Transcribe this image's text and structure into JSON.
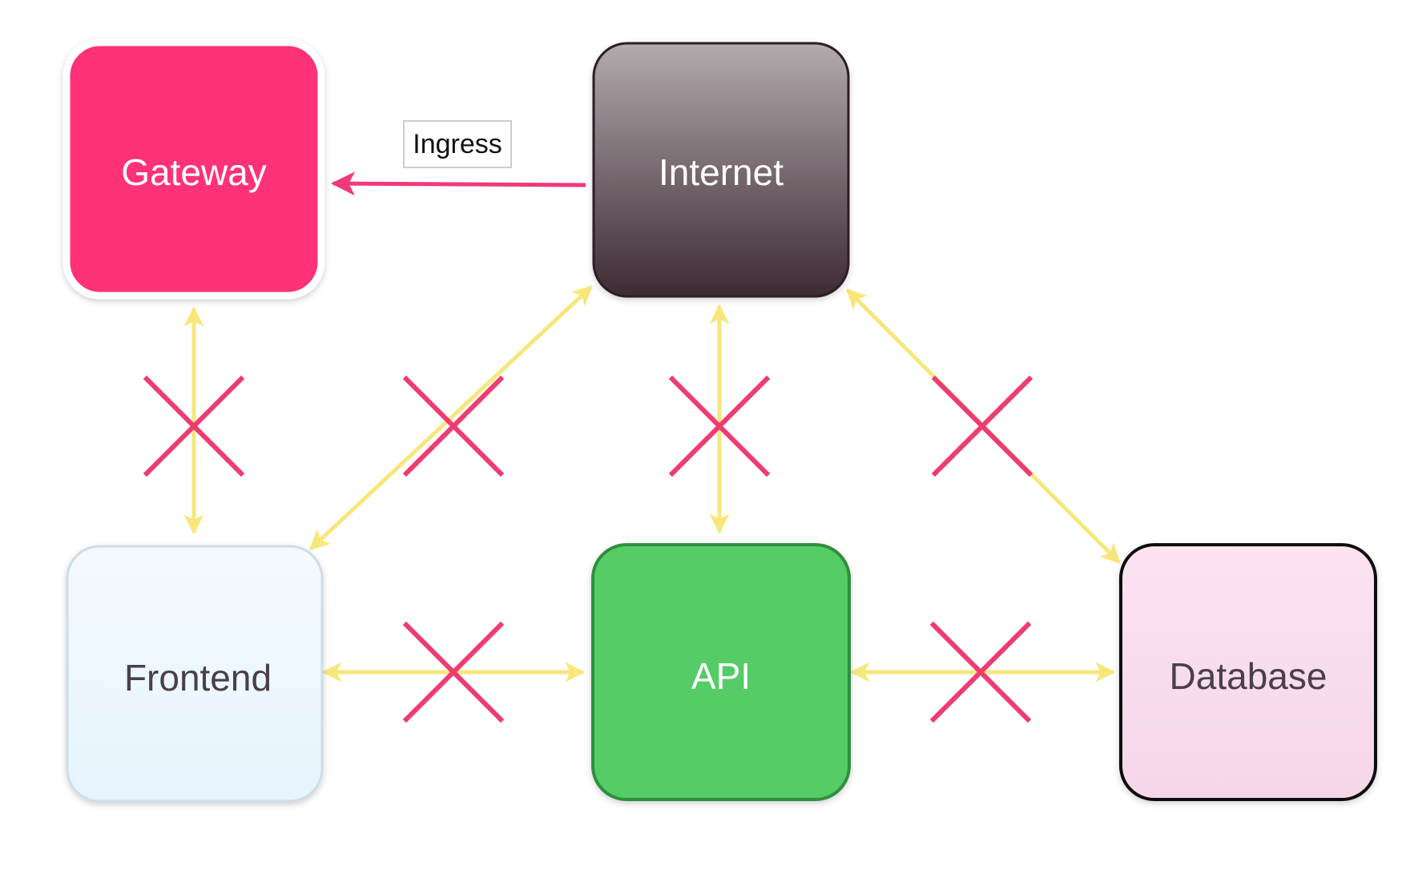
{
  "nodes": {
    "gateway": {
      "label": "Gateway",
      "fill": "#FF3377",
      "border": "#FFFFFF",
      "text_color": "#FFFFFF"
    },
    "internet": {
      "label": "Internet",
      "fill_top": "#B3ABAE",
      "fill_bottom": "#3D2A33",
      "border": "#2E1F26",
      "text_color": "#FFFFFF"
    },
    "frontend": {
      "label": "Frontend",
      "fill_top": "#F4FAFE",
      "fill_bottom": "#E6F4FD",
      "border": "#CDDDE8",
      "text_color": "#4A3F46"
    },
    "api": {
      "label": "API",
      "fill": "#55CC66",
      "border": "#2E8F3E",
      "text_color": "#FFFFFF"
    },
    "database": {
      "label": "Database",
      "fill_top": "#FCE3F0",
      "fill_bottom": "#F5D6E8",
      "border": "#111111",
      "text_color": "#4A3F46"
    }
  },
  "edges": {
    "ingress": {
      "from": "internet",
      "to": "gateway",
      "label": "Ingress",
      "color": "#F0397A",
      "blocked": false
    },
    "blocked_links": [
      {
        "between": [
          "gateway",
          "frontend"
        ]
      },
      {
        "between": [
          "frontend",
          "internet"
        ]
      },
      {
        "between": [
          "internet",
          "api"
        ]
      },
      {
        "between": [
          "internet",
          "database"
        ]
      },
      {
        "between": [
          "frontend",
          "api"
        ]
      },
      {
        "between": [
          "api",
          "database"
        ]
      }
    ]
  },
  "colors": {
    "link": "#F7E77B",
    "blocked_mark": "#EE3C72"
  }
}
